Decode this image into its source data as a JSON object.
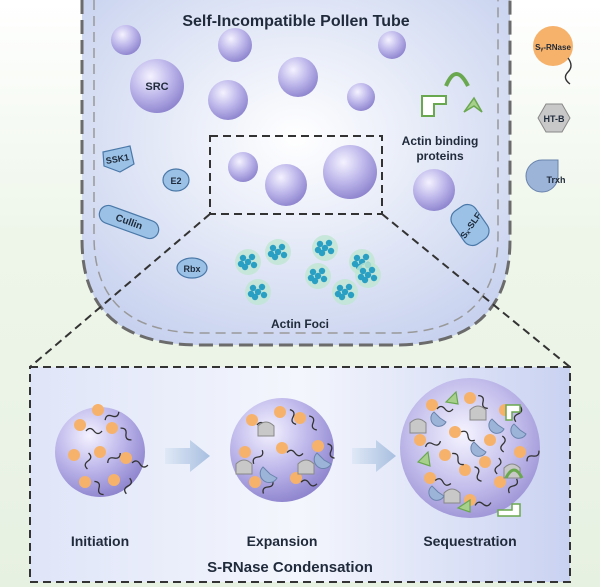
{
  "title": "Self-Incompatible Pollen Tube",
  "labels": {
    "src": "SRC",
    "ssk1": "SSK1",
    "e2": "E2",
    "cullin": "Cullin",
    "rbx": "Rbx",
    "slf": "Sₓ-SLF",
    "actin_binding_line1": "Actin binding",
    "actin_binding_line2": "proteins",
    "actin_foci": "Actin Foci"
  },
  "legend": {
    "s_rnase": "Sᵧ-RNase",
    "ht_b": "HT-B",
    "trxh": "Trxh"
  },
  "stages": [
    "Initiation",
    "Expansion",
    "Sequestration"
  ],
  "bottom_title": "S-RNase Condensation",
  "colors": {
    "droplet": "#b9b6e6",
    "droplet_dark": "#8f86cf",
    "rnase_orange": "#f6b26b",
    "htb_gray": "#c8c8c8",
    "trxh_blue": "#9bb4d8",
    "actin_green": "#6aa84f",
    "foci_teal": "#2a9fc4",
    "tube_bg": "#cfd8f0",
    "panel_bg": "#d5dcf4"
  }
}
